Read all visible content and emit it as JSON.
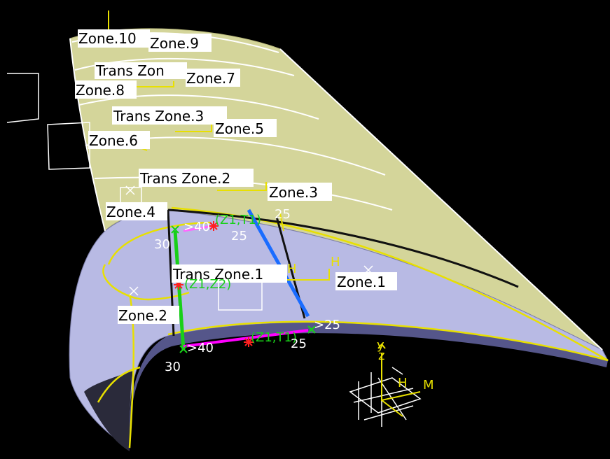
{
  "colors": {
    "background": "#000000",
    "upper_surface": "#d6d6a0",
    "lower_surface": "#b4b6e0",
    "zone_label_bg": "#ffffff",
    "curve_yellow": "#e8e000",
    "curve_white": "#ffffff",
    "ply_green": "#18d018",
    "ply_blue": "#1a6cff",
    "ply_magenta": "#ff00ff",
    "annotation_green": "#18d018",
    "annotation_white": "#ffffff"
  },
  "zones": {
    "zone10": "Zone.10",
    "zone9": "Zone.9",
    "trans_zone_top": "Trans Zon",
    "zone7": "Zone.7",
    "zone8": "Zone.8",
    "trans_zone3": "Trans Zone.3",
    "zone5": "Zone.5",
    "zone6": "Zone.6",
    "trans_zone2": "Trans Zone.2",
    "zone3": "Zone.3",
    "zone4": "Zone.4",
    "trans_zone1": "Trans Zone.1",
    "zone1": "Zone.1",
    "zone2": "Zone.2"
  },
  "annotations": {
    "top_left_angle": ">40",
    "top_left_num": "30",
    "top_mid_set": "(Z1,T1)",
    "top_mid_num": "25",
    "top_right_num": "25",
    "mid_set": "(Z1,Z2)",
    "bottom_left_angle": ">40",
    "bottom_left_num": "30",
    "bottom_set": "(Z1,T1)",
    "bottom_right_angle": ">25",
    "bottom_right_num": "25",
    "zone_mark_h1": "H",
    "zone_mark_h2": "H"
  },
  "compass": {
    "axis_y": "y",
    "axis_z": "z",
    "axis_h": "H",
    "axis_m": "M"
  }
}
